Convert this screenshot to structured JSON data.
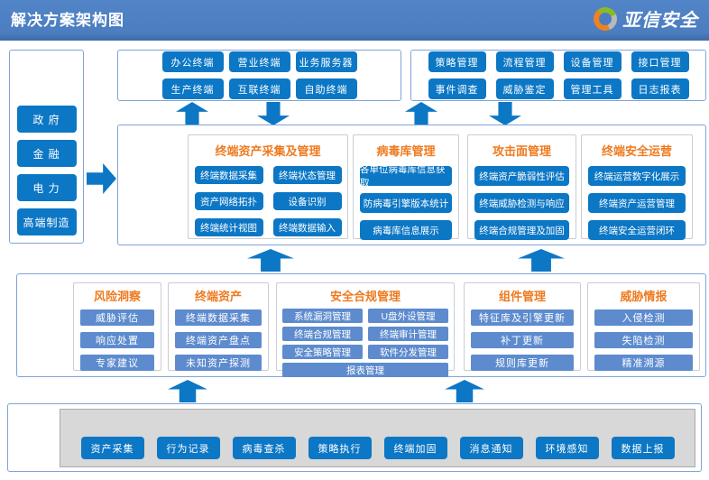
{
  "header": {
    "title": "解决方案架构图",
    "brand": "亚信安全"
  },
  "industries": {
    "items": [
      "政  府",
      "金  融",
      "电  力",
      "高端制造"
    ]
  },
  "terminals": {
    "items": [
      "办公终端",
      "营业终端",
      "业务服务器",
      "生产终端",
      "互联终端",
      "自助终端"
    ]
  },
  "management": {
    "items": [
      "策略管理",
      "流程管理",
      "设备管理",
      "接口管理",
      "事件调查",
      "威胁鉴定",
      "管理工具",
      "日志报表"
    ]
  },
  "platform": {
    "sections": [
      {
        "title": "终端资产采集及管理",
        "items": [
          "终端数据采集",
          "终端状态管理",
          "资产网络拓扑",
          "设备识别",
          "终端统计视图",
          "终端数据输入"
        ]
      },
      {
        "title": "病毒库管理",
        "items": [
          "各单位病毒库信息获取",
          "防病毒引擎版本统计",
          "病毒库信息展示"
        ]
      },
      {
        "title": "攻击面管理",
        "items": [
          "终端资产脆弱性评估",
          "终端威胁检测与响应",
          "终端合规管理及加固"
        ]
      },
      {
        "title": "终端安全运营",
        "items": [
          "终端运营数字化展示",
          "终端资产运营管理",
          "终端安全运营闭环"
        ]
      }
    ]
  },
  "capabilities": {
    "sections": [
      {
        "title": "风险洞察",
        "items": [
          "威胁评估",
          "响应处置",
          "专家建议"
        ]
      },
      {
        "title": "终端资产",
        "items": [
          "终端数据采集",
          "终端资产盘点",
          "未知资产探测"
        ]
      },
      {
        "title": "安全合规管理",
        "items": [
          "系统漏洞管理",
          "U盘外设管理",
          "终端合规管理",
          "终端审计管理",
          "安全策略管理",
          "软件分发管理"
        ],
        "wide_item": "报表管理"
      },
      {
        "title": "组件管理",
        "items": [
          "特征库及引擎更新",
          "补丁更新",
          "规则库更新"
        ]
      },
      {
        "title": "威胁情报",
        "items": [
          "入侵检测",
          "失陷检测",
          "精准溯源"
        ]
      }
    ]
  },
  "agent": {
    "items": [
      "资产采集",
      "行为记录",
      "病毒查杀",
      "策略执行",
      "终端加固",
      "消息通知",
      "环境感知",
      "数据上报"
    ]
  },
  "colors": {
    "accent_blue": "#0c77c5",
    "soft_blue": "#5d8bce",
    "orange_title": "#ee7a1f",
    "header_blue": "#4b7dc0"
  }
}
